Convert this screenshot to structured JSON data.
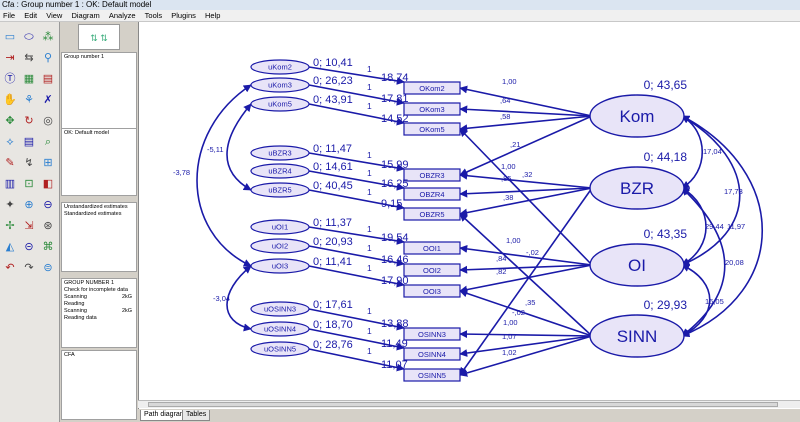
{
  "window": {
    "title": "Cfa : Group number 1 : OK: Default model"
  },
  "menu": [
    "File",
    "Edit",
    "View",
    "Diagram",
    "Analyze",
    "Tools",
    "Plugins",
    "Help"
  ],
  "panels": {
    "groups": "Group number 1",
    "models": "OK: Default model",
    "estimates": [
      "Unstandardized estimates",
      "Standardized estimates"
    ],
    "log": [
      "GROUP NUMBER 1",
      "Check for incomplete data",
      "Scanning",
      "Reading",
      "Scanning",
      "Reading data"
    ],
    "log_sizes": [
      "2kG",
      "2kG"
    ],
    "file": "CFA"
  },
  "diagram": {
    "errors": [
      {
        "name": "uKom2",
        "label": "0; 10,41",
        "loading": "1"
      },
      {
        "name": "uKom3",
        "label": "0; 26,23",
        "loading": "1"
      },
      {
        "name": "uKom5",
        "label": "0; 43,91",
        "loading": "1"
      },
      {
        "name": "uBZR3",
        "label": "0; 11,47",
        "loading": "1"
      },
      {
        "name": "uBZR4",
        "label": "0; 14,61",
        "loading": "1"
      },
      {
        "name": "uBZR5",
        "label": "0; 40,45",
        "loading": "1"
      },
      {
        "name": "uOI1",
        "label": "0; 11,37",
        "loading": "1"
      },
      {
        "name": "uOI2",
        "label": "0; 20,93",
        "loading": "1"
      },
      {
        "name": "uOI3",
        "label": "0; 11,41",
        "loading": "1"
      },
      {
        "name": "uOSINN3",
        "label": "0; 17,61",
        "loading": "1"
      },
      {
        "name": "uOSINN4",
        "label": "0; 18,70",
        "loading": "1"
      },
      {
        "name": "uOSINN5",
        "label": "0; 28,76",
        "loading": "1"
      }
    ],
    "observed": [
      {
        "name": "OKom2",
        "intercept": "18,74"
      },
      {
        "name": "OKom3",
        "intercept": "17,81"
      },
      {
        "name": "OKom5",
        "intercept": "14,52"
      },
      {
        "name": "OBZR3",
        "intercept": "15,99"
      },
      {
        "name": "OBZR4",
        "intercept": "16,25"
      },
      {
        "name": "OBZR5",
        "intercept": "9,15"
      },
      {
        "name": "OOI1",
        "intercept": "19,54"
      },
      {
        "name": "OOI2",
        "intercept": "16,46"
      },
      {
        "name": "OOI3",
        "intercept": "17,90"
      },
      {
        "name": "OSINN3",
        "intercept": "13,88"
      },
      {
        "name": "OSINN4",
        "intercept": "11,49"
      },
      {
        "name": "OSINN5",
        "intercept": "11,07"
      }
    ],
    "latents": [
      {
        "name": "Kom",
        "variance": "0; 43,65"
      },
      {
        "name": "BZR",
        "variance": "0; 44,18"
      },
      {
        "name": "OI",
        "variance": "0; 43,35"
      },
      {
        "name": "SINN",
        "variance": "0; 29,93"
      }
    ],
    "loadings": [
      "1,00",
      ",64",
      ",58",
      ",21",
      "1,00",
      ",85",
      ",32",
      ",38",
      "1,00",
      "-,02",
      ",84",
      ",82",
      ",35",
      "-,02",
      "1,00",
      "1,07",
      "1,02"
    ],
    "factor_covariances": [
      "17,04",
      "17,73",
      "29,44",
      "11,97",
      "20,08",
      "16,05"
    ],
    "error_covariances": [
      "-5,11",
      "-3,78",
      "-3,04"
    ]
  },
  "tabs": [
    "Path diagram",
    "Tables"
  ],
  "colors": {
    "accent": "#1a1aa8",
    "node_fill": "#e8e4f8"
  }
}
